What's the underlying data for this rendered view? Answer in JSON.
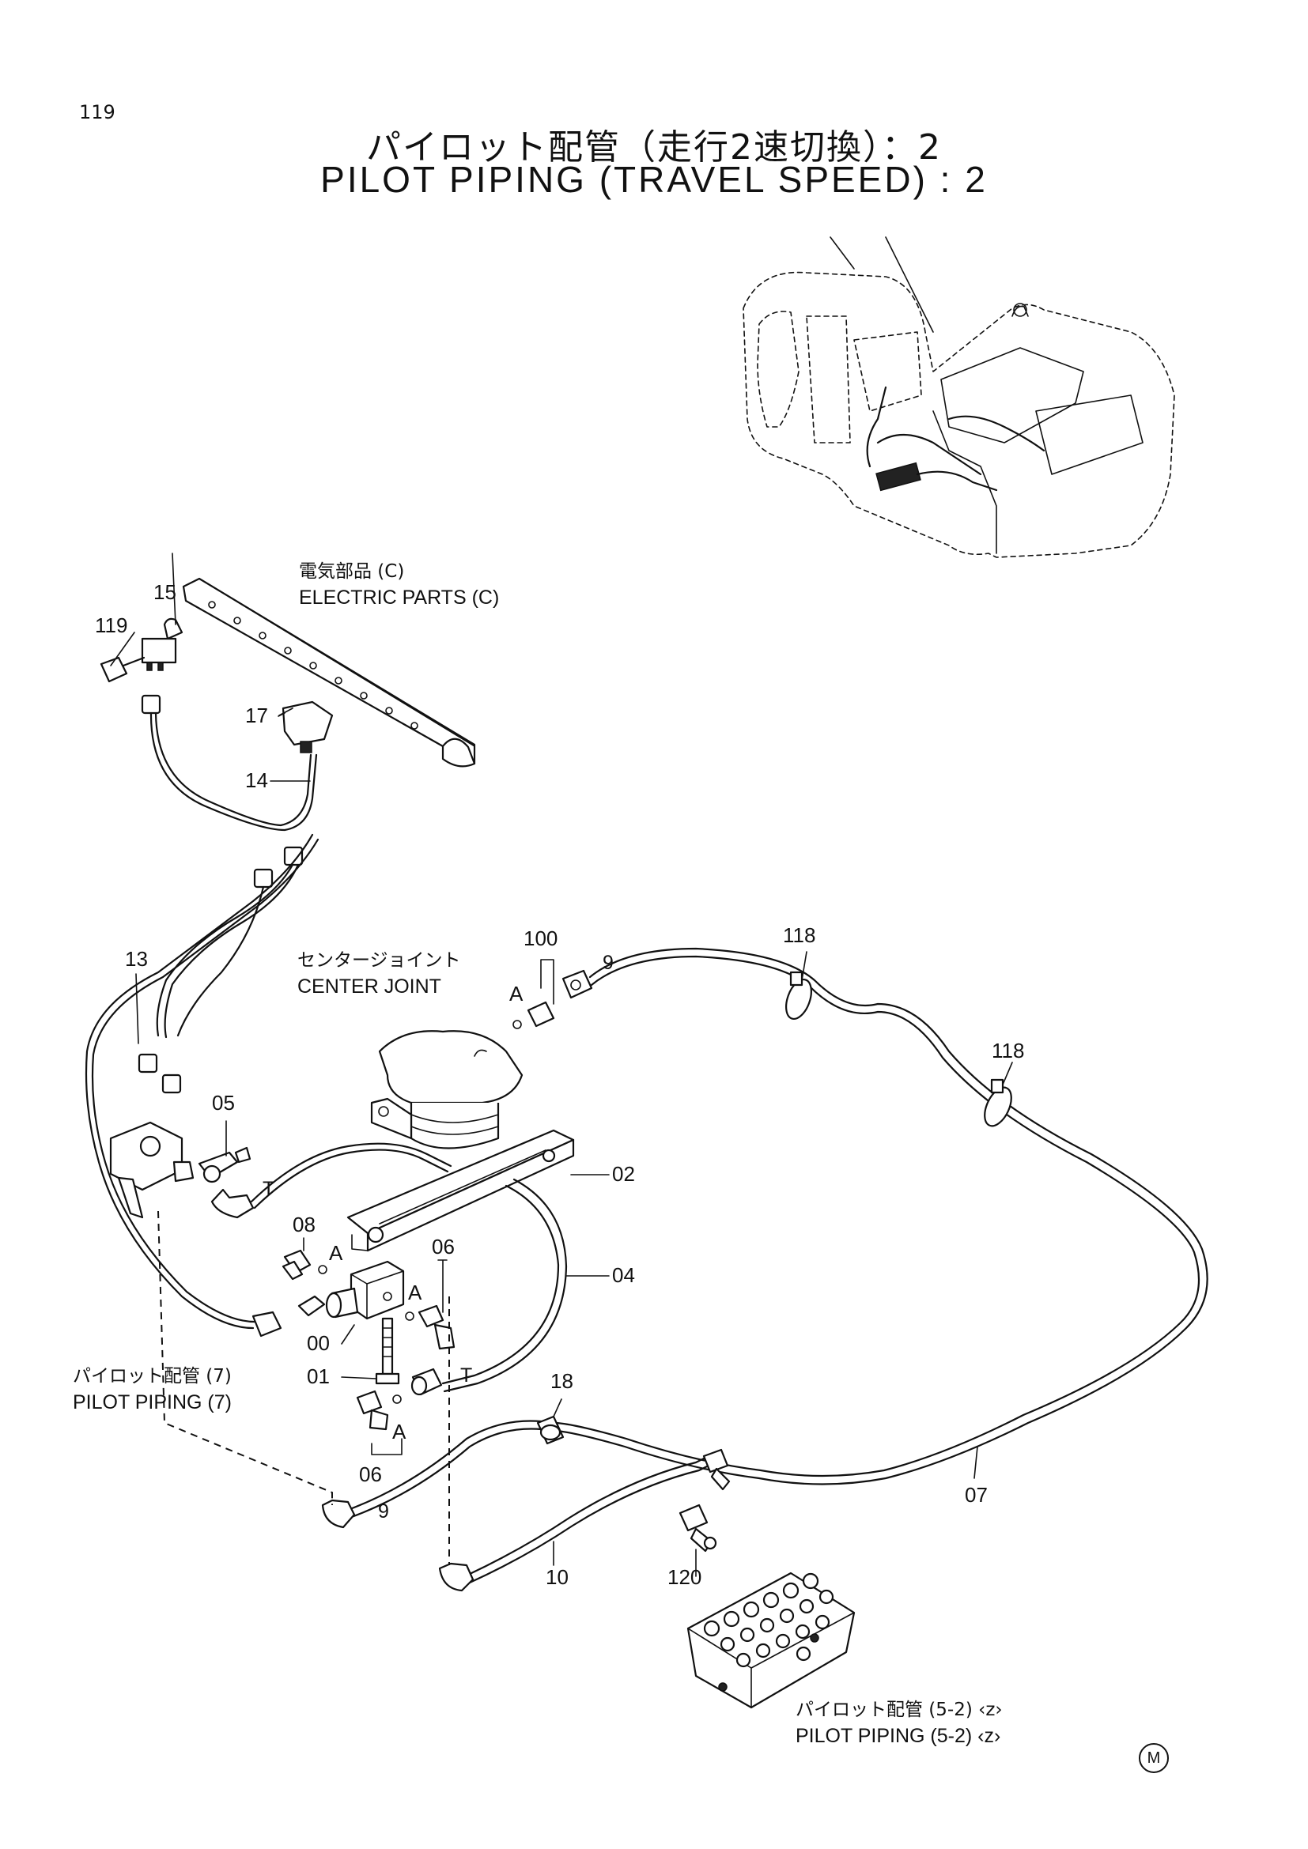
{
  "page_number": "119",
  "title": {
    "jp": "パイロット配管（走行2速切換）：2",
    "en": "PILOT PIPING (TRAVEL SPEED) : 2"
  },
  "labels": {
    "electric_parts_jp": "電気部品 (C)",
    "electric_parts_en": "ELECTRIC PARTS (C)",
    "center_joint_jp": "センタージョイント",
    "center_joint_en": "CENTER JOINT",
    "pilot_piping_7_jp": "パイロット配管 (7)",
    "pilot_piping_7_en": "PILOT PIPING (7)",
    "pilot_piping_52_jp": "パイロット配管 (5-2) ‹z›",
    "pilot_piping_52_en": "PILOT PIPING (5-2) ‹z›",
    "corner_mark": "M"
  },
  "callouts": {
    "p15": "15",
    "p119": "119",
    "p17": "17",
    "p14": "14",
    "p13": "13",
    "p100": "100",
    "p118a": "118",
    "p118b": "118",
    "p05": "05",
    "p02": "02",
    "p08": "08",
    "p06a": "06",
    "p04": "04",
    "p00": "00",
    "p01": "01",
    "p06b": "06",
    "p18": "18",
    "p07": "07",
    "p10": "10",
    "p120": "120",
    "a1": "A",
    "a2": "A",
    "a3": "A",
    "a4": "A",
    "t1": "T",
    "t2": "T",
    "n9a": "9",
    "n9b": "9"
  }
}
